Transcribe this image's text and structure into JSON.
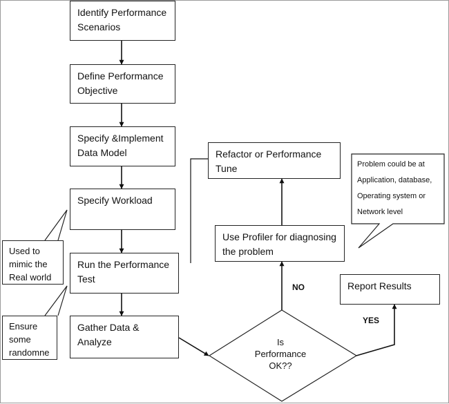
{
  "steps": {
    "identify": [
      "Identify Performance",
      "Scenarios"
    ],
    "define": [
      "Define Performance",
      "Objective"
    ],
    "specify_model": [
      "Specify &Implement",
      "Data Model"
    ],
    "workload": [
      "Specify Workload"
    ],
    "run_test": [
      "Run the Performance",
      "Test"
    ],
    "gather": [
      "Gather Data &",
      "Analyze"
    ],
    "refactor": [
      "Refactor or Performance",
      "Tune"
    ],
    "profiler": [
      "Use Profiler for diagnosing",
      "the problem"
    ],
    "report": [
      "Report Results"
    ]
  },
  "decision": [
    "Is",
    "Performance",
    "OK??"
  ],
  "labels": {
    "no": "NO",
    "yes": "YES"
  },
  "notes": {
    "mimic": [
      "Used to",
      "mimic the",
      "Real world"
    ],
    "random": [
      "Ensure",
      "some",
      "randomne"
    ],
    "problem": [
      "Problem could be at",
      "Application, database,",
      "Operating system or",
      "Network level"
    ]
  }
}
